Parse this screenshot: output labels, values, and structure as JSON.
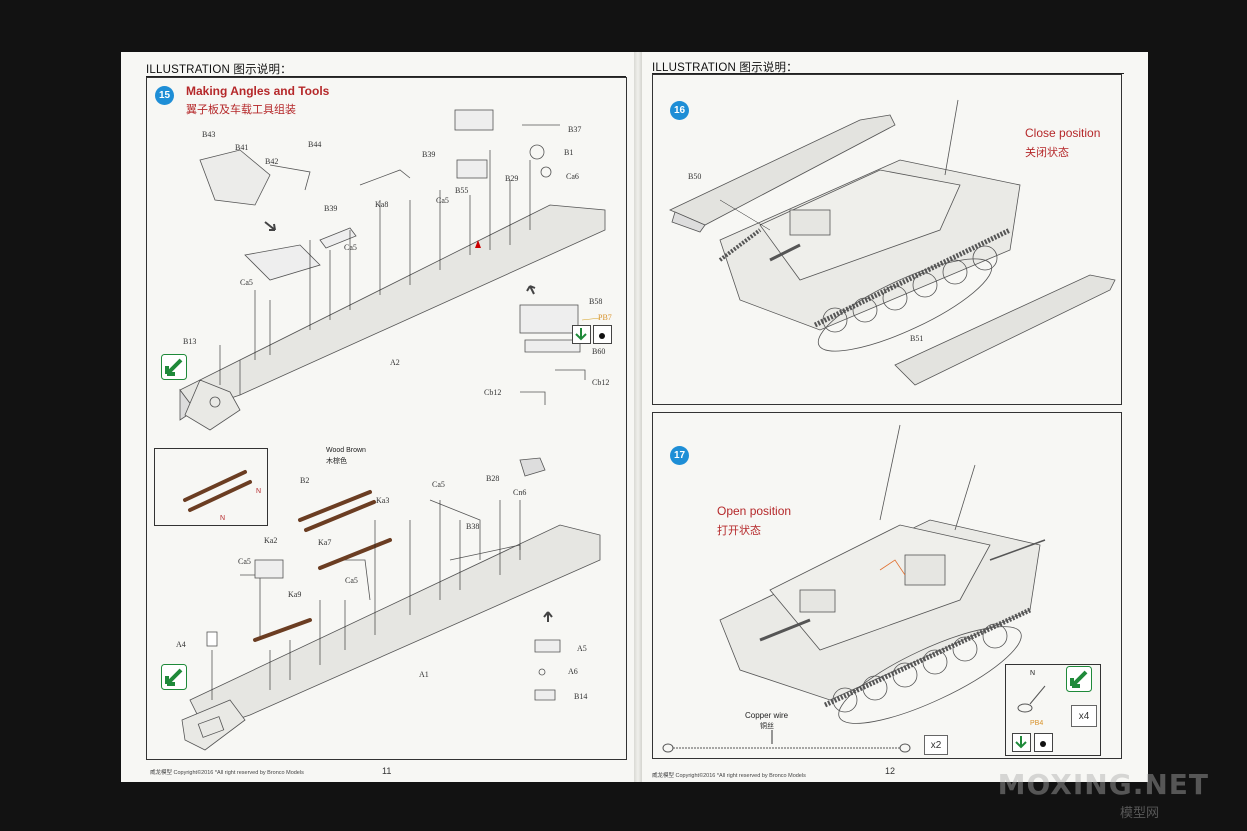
{
  "left_page": {
    "header": "ILLUSTRATION 图示说明：",
    "step": "15",
    "title_en": "Making Angles and Tools",
    "title_zh": "翼子板及车载工具组装",
    "upper_part_labels": [
      "B43",
      "B41",
      "B42",
      "B44",
      "B39",
      "B37",
      "B1",
      "Ca6",
      "B55",
      "B29",
      "Ka8",
      "Ca5",
      "B39",
      "Ca5",
      "Ca5",
      "A2",
      "B13",
      "B58",
      "PB7",
      "B60",
      "Cb12",
      "Cb12"
    ],
    "lower_part_labels": [
      "Wood Brown",
      "木棕色",
      "B2",
      "Ka3",
      "Ca5",
      "B28",
      "Cn6",
      "B38",
      "Ka7",
      "Ka2",
      "Ca5",
      "Ca5",
      "Ka9",
      "A4",
      "A1",
      "A5",
      "A6",
      "B14",
      "N",
      "N"
    ],
    "footer": "威龙模型   Copyright©2016   *All right reserved by Bronco Models",
    "page_number": "11"
  },
  "right_page": {
    "header": "ILLUSTRATION 图示说明：",
    "step_top": "16",
    "close_en": "Close position",
    "close_zh": "关闭状态",
    "top_labels": [
      "B50",
      "B51"
    ],
    "step_bottom": "17",
    "open_en": "Open position",
    "open_zh": "打开状态",
    "copper_en": "Copper wire",
    "copper_zh": "铜丝",
    "x2": "x2",
    "x4": "x4",
    "inset_labels": [
      "N",
      "PB4"
    ],
    "footer": "威龙模型   Copyright©2016   *All right reserved by Bronco Models",
    "page_number": "12"
  },
  "watermark": {
    "text": "MOXING.NET",
    "zh": "模型网"
  },
  "colors": {
    "accent_red": "#b5282a",
    "step_blue": "#1e8ed6",
    "icon_green": "#1f8a3a"
  }
}
